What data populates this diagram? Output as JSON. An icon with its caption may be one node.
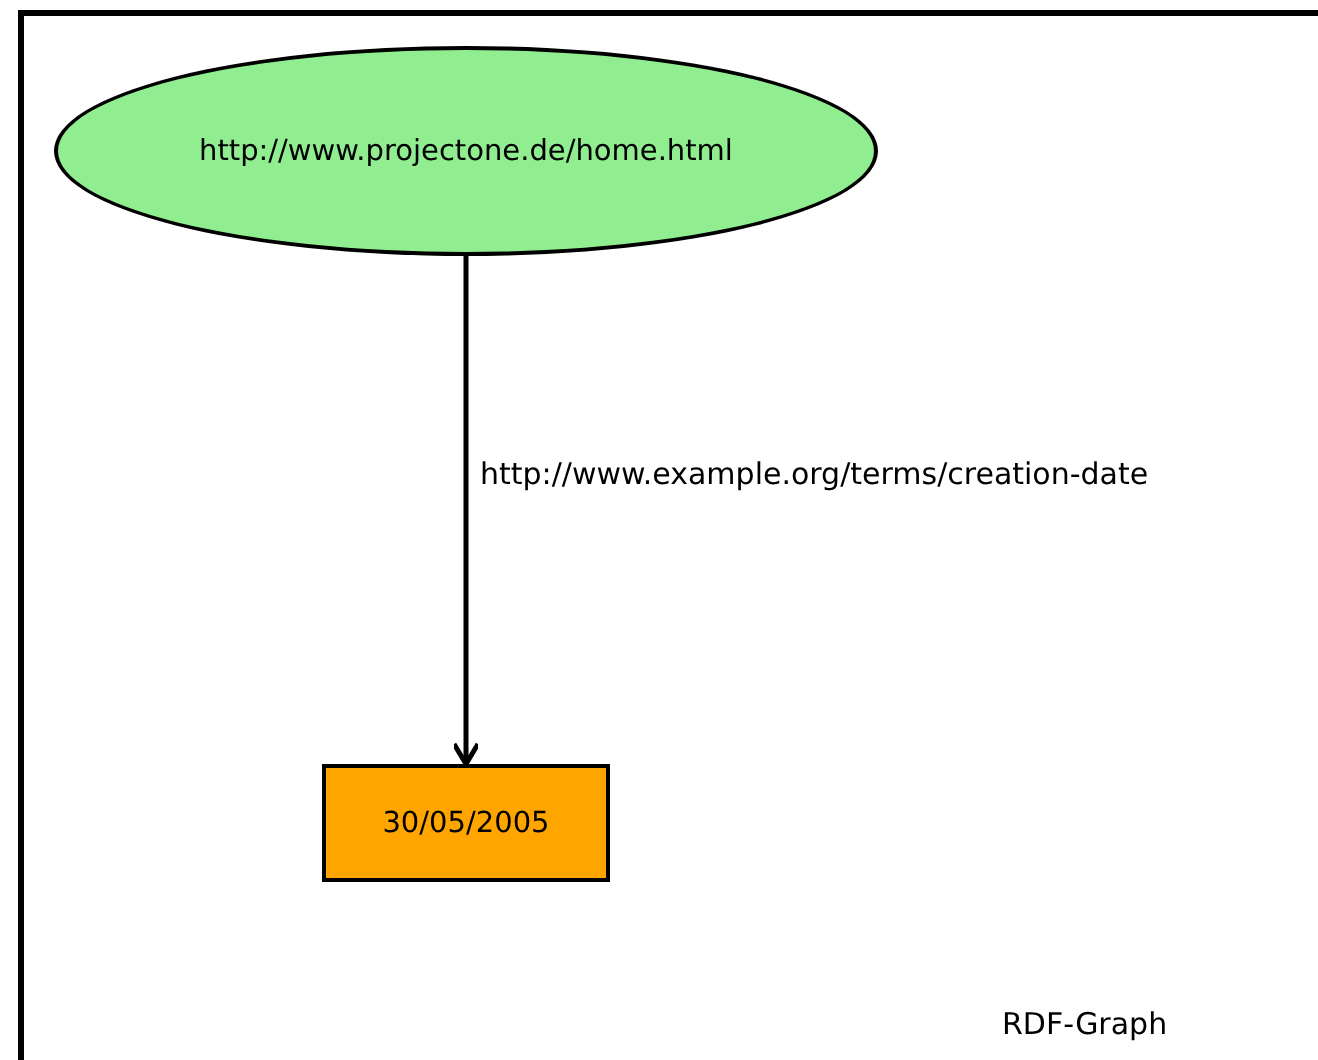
{
  "diagram": {
    "nodes": [
      {
        "text": [
          "http://www.projectone.de/home.html"
        ]
      },
      {
        "text": [
          "30/05/2005"
        ]
      }
    ],
    "edges": [
      {
        "from": 0,
        "to": 1,
        "arrow": "to",
        "label": "http://www.example.org/terms/creation-date"
      }
    ],
    "labels": [
      "RDF-Graph"
    ]
  }
}
